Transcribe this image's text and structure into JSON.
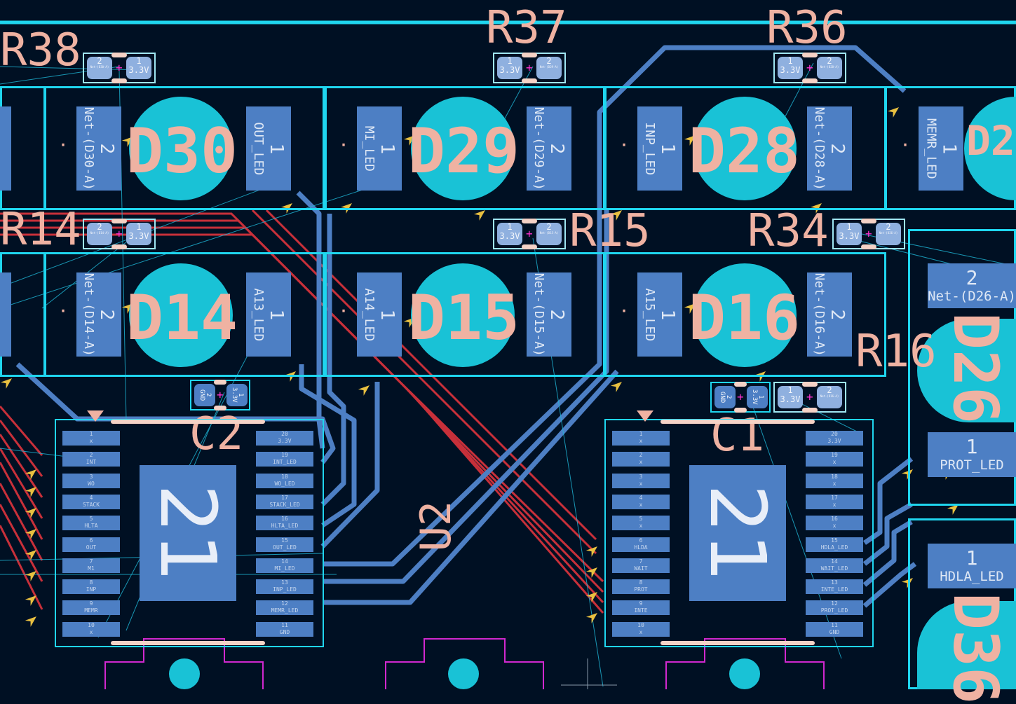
{
  "leds": [
    {
      "ref": "D30",
      "pads": [
        {
          "num": "2",
          "net": "Net-(D30-A)"
        },
        {
          "num": "1",
          "net": "OUT_LED"
        }
      ]
    },
    {
      "ref": "D29",
      "pads": [
        {
          "num": "1",
          "net": "MI_LED"
        },
        {
          "num": "2",
          "net": "Net-(D29-A)"
        }
      ]
    },
    {
      "ref": "D28",
      "pads": [
        {
          "num": "1",
          "net": "INP_LED"
        },
        {
          "num": "2",
          "net": "Net-(D28-A)"
        }
      ]
    },
    {
      "ref": "D2",
      "pads": [
        {
          "num": "1",
          "net": "MEMR_LED"
        }
      ]
    },
    {
      "ref": "D14",
      "pads": [
        {
          "num": "2",
          "net": "Net-(D14-A)"
        },
        {
          "num": "1",
          "net": "A13_LED"
        }
      ]
    },
    {
      "ref": "D15",
      "pads": [
        {
          "num": "1",
          "net": "A14_LED"
        },
        {
          "num": "2",
          "net": "Net-(D15-A)"
        }
      ]
    },
    {
      "ref": "D16",
      "pads": [
        {
          "num": "1",
          "net": "A15_LED"
        },
        {
          "num": "2",
          "net": "Net-(D16-A)"
        }
      ]
    }
  ],
  "right_leds": [
    {
      "ref": "D26",
      "pads": [
        {
          "num": "2",
          "net": "Net-(D26-A)"
        },
        {
          "num": "1",
          "net": "PROT_LED"
        }
      ]
    },
    {
      "ref": "D36",
      "pads": [
        {
          "num": "1",
          "net": "HDLA_LED"
        }
      ]
    }
  ],
  "resistors": [
    {
      "ref": "R38",
      "pads": [
        {
          "num": "2",
          "net": "Net-(D30-A)"
        },
        {
          "num": "1",
          "net": "3.3V"
        }
      ]
    },
    {
      "ref": "R37",
      "pads": [
        {
          "num": "1",
          "net": "3.3V"
        },
        {
          "num": "2",
          "net": "Net-(D29-A)"
        }
      ]
    },
    {
      "ref": "R36",
      "pads": [
        {
          "num": "1",
          "net": "3.3V"
        },
        {
          "num": "2",
          "net": "Net-(D28-A)"
        }
      ]
    },
    {
      "ref": "R14",
      "pads": [
        {
          "num": "2",
          "net": "Net-(D14-A)"
        },
        {
          "num": "1",
          "net": "3.3V"
        }
      ]
    },
    {
      "ref": "R15",
      "pads": [
        {
          "num": "1",
          "net": "3.3V"
        },
        {
          "num": "2",
          "net": "Net-(D15-A)"
        }
      ]
    },
    {
      "ref": "R34",
      "pads": [
        {
          "num": "1",
          "net": "3.3V"
        },
        {
          "num": "2",
          "net": "Net-(D26-A)"
        }
      ]
    },
    {
      "ref": "R16",
      "pads": [
        {
          "num": "1",
          "net": "3.3V"
        },
        {
          "num": "2",
          "net": "Net-(D16-A)"
        }
      ]
    }
  ],
  "capacitors": [
    {
      "ref": "C2",
      "pads": [
        {
          "num": "2",
          "net": "GND"
        },
        {
          "num": "1",
          "net": "3.3V"
        }
      ]
    },
    {
      "ref": "C1",
      "pads": [
        {
          "num": "2",
          "net": "GND"
        },
        {
          "num": "1",
          "net": "3.3V"
        }
      ]
    }
  ],
  "ics": [
    {
      "ref": "U2",
      "value": "21",
      "left": [
        [
          "1",
          "x"
        ],
        [
          "2",
          "INT"
        ],
        [
          "3",
          "WO"
        ],
        [
          "4",
          "STACK"
        ],
        [
          "5",
          "HLTA"
        ],
        [
          "6",
          "OUT"
        ],
        [
          "7",
          "M1"
        ],
        [
          "8",
          "INP"
        ],
        [
          "9",
          "MEMR"
        ],
        [
          "10",
          "x"
        ]
      ],
      "right": [
        [
          "20",
          "3.3V"
        ],
        [
          "19",
          "INT_LED"
        ],
        [
          "18",
          "WO_LED"
        ],
        [
          "17",
          "STACK_LED"
        ],
        [
          "16",
          "HLTA_LED"
        ],
        [
          "15",
          "OUT_LED"
        ],
        [
          "14",
          "MI_LED"
        ],
        [
          "13",
          "INP_LED"
        ],
        [
          "12",
          "MEMR_LED"
        ],
        [
          "11",
          "GND"
        ]
      ]
    },
    {
      "ref": "U1",
      "value": "21",
      "left": [
        [
          "1",
          "x"
        ],
        [
          "2",
          "x"
        ],
        [
          "3",
          "x"
        ],
        [
          "4",
          "x"
        ],
        [
          "5",
          "x"
        ],
        [
          "6",
          "HLDA"
        ],
        [
          "7",
          "WAIT"
        ],
        [
          "8",
          "PROT"
        ],
        [
          "9",
          "INTE"
        ],
        [
          "10",
          "x"
        ]
      ],
      "right": [
        [
          "20",
          "3.3V"
        ],
        [
          "19",
          "x"
        ],
        [
          "18",
          "x"
        ],
        [
          "17",
          "x"
        ],
        [
          "16",
          "x"
        ],
        [
          "15",
          "HDLA_LED"
        ],
        [
          "14",
          "WAIT_LED"
        ],
        [
          "13",
          "INTE_LED"
        ],
        [
          "12",
          "PROT_LED"
        ],
        [
          "11",
          "GND"
        ]
      ]
    }
  ],
  "u2_label": "U2",
  "colors": {
    "background": "#001023",
    "outline": "#1fd6ef",
    "pad": "#4d7fc4",
    "silk": "#efb2a2",
    "front_copper": "#d83a3a",
    "back_copper": "#4d7fc4"
  }
}
